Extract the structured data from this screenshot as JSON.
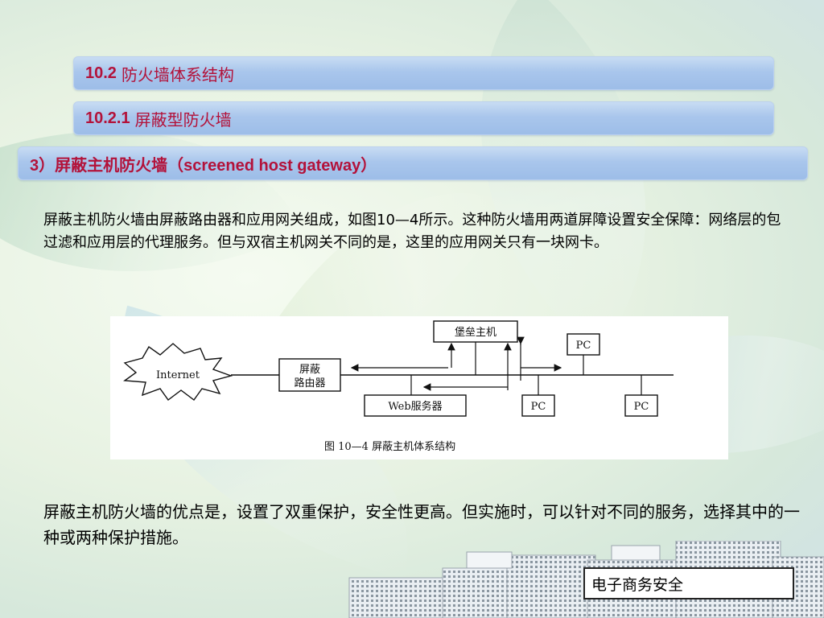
{
  "header": {
    "section_num": "10.2",
    "section_title": "防火墙体系结构",
    "subsection_num": "10.2.1",
    "subsection_title": "屏蔽型防火墙",
    "topic": "3）屏蔽主机防火墙（screened host gateway）"
  },
  "body": {
    "para1": "屏蔽主机防火墙由屏蔽路由器和应用网关组成，如图10—4所示。这种防火墙用两道屏障设置安全保障：网络层的包过滤和应用层的代理服务。但与双宿主机网关不同的是，这里的应用网关只有一块网卡。",
    "para2": "屏蔽主机防火墙的优点是，设置了双重保护，安全性更高。但实施时，可以针对不同的服务，选择其中的一种或两种保护措施。"
  },
  "figure": {
    "internet": "Internet",
    "router_line1": "屏蔽",
    "router_line2": "路由器",
    "bastion": "堡垒主机",
    "web_server": "Web服务器",
    "pc1": "PC",
    "pc2": "PC",
    "pc3": "PC",
    "caption": "图 10—4 屏蔽主机体系结构"
  },
  "footer": {
    "course": "电子商务安全"
  },
  "colors": {
    "title_red": "#b3123a",
    "bar_blue": "#a9c6ec"
  }
}
